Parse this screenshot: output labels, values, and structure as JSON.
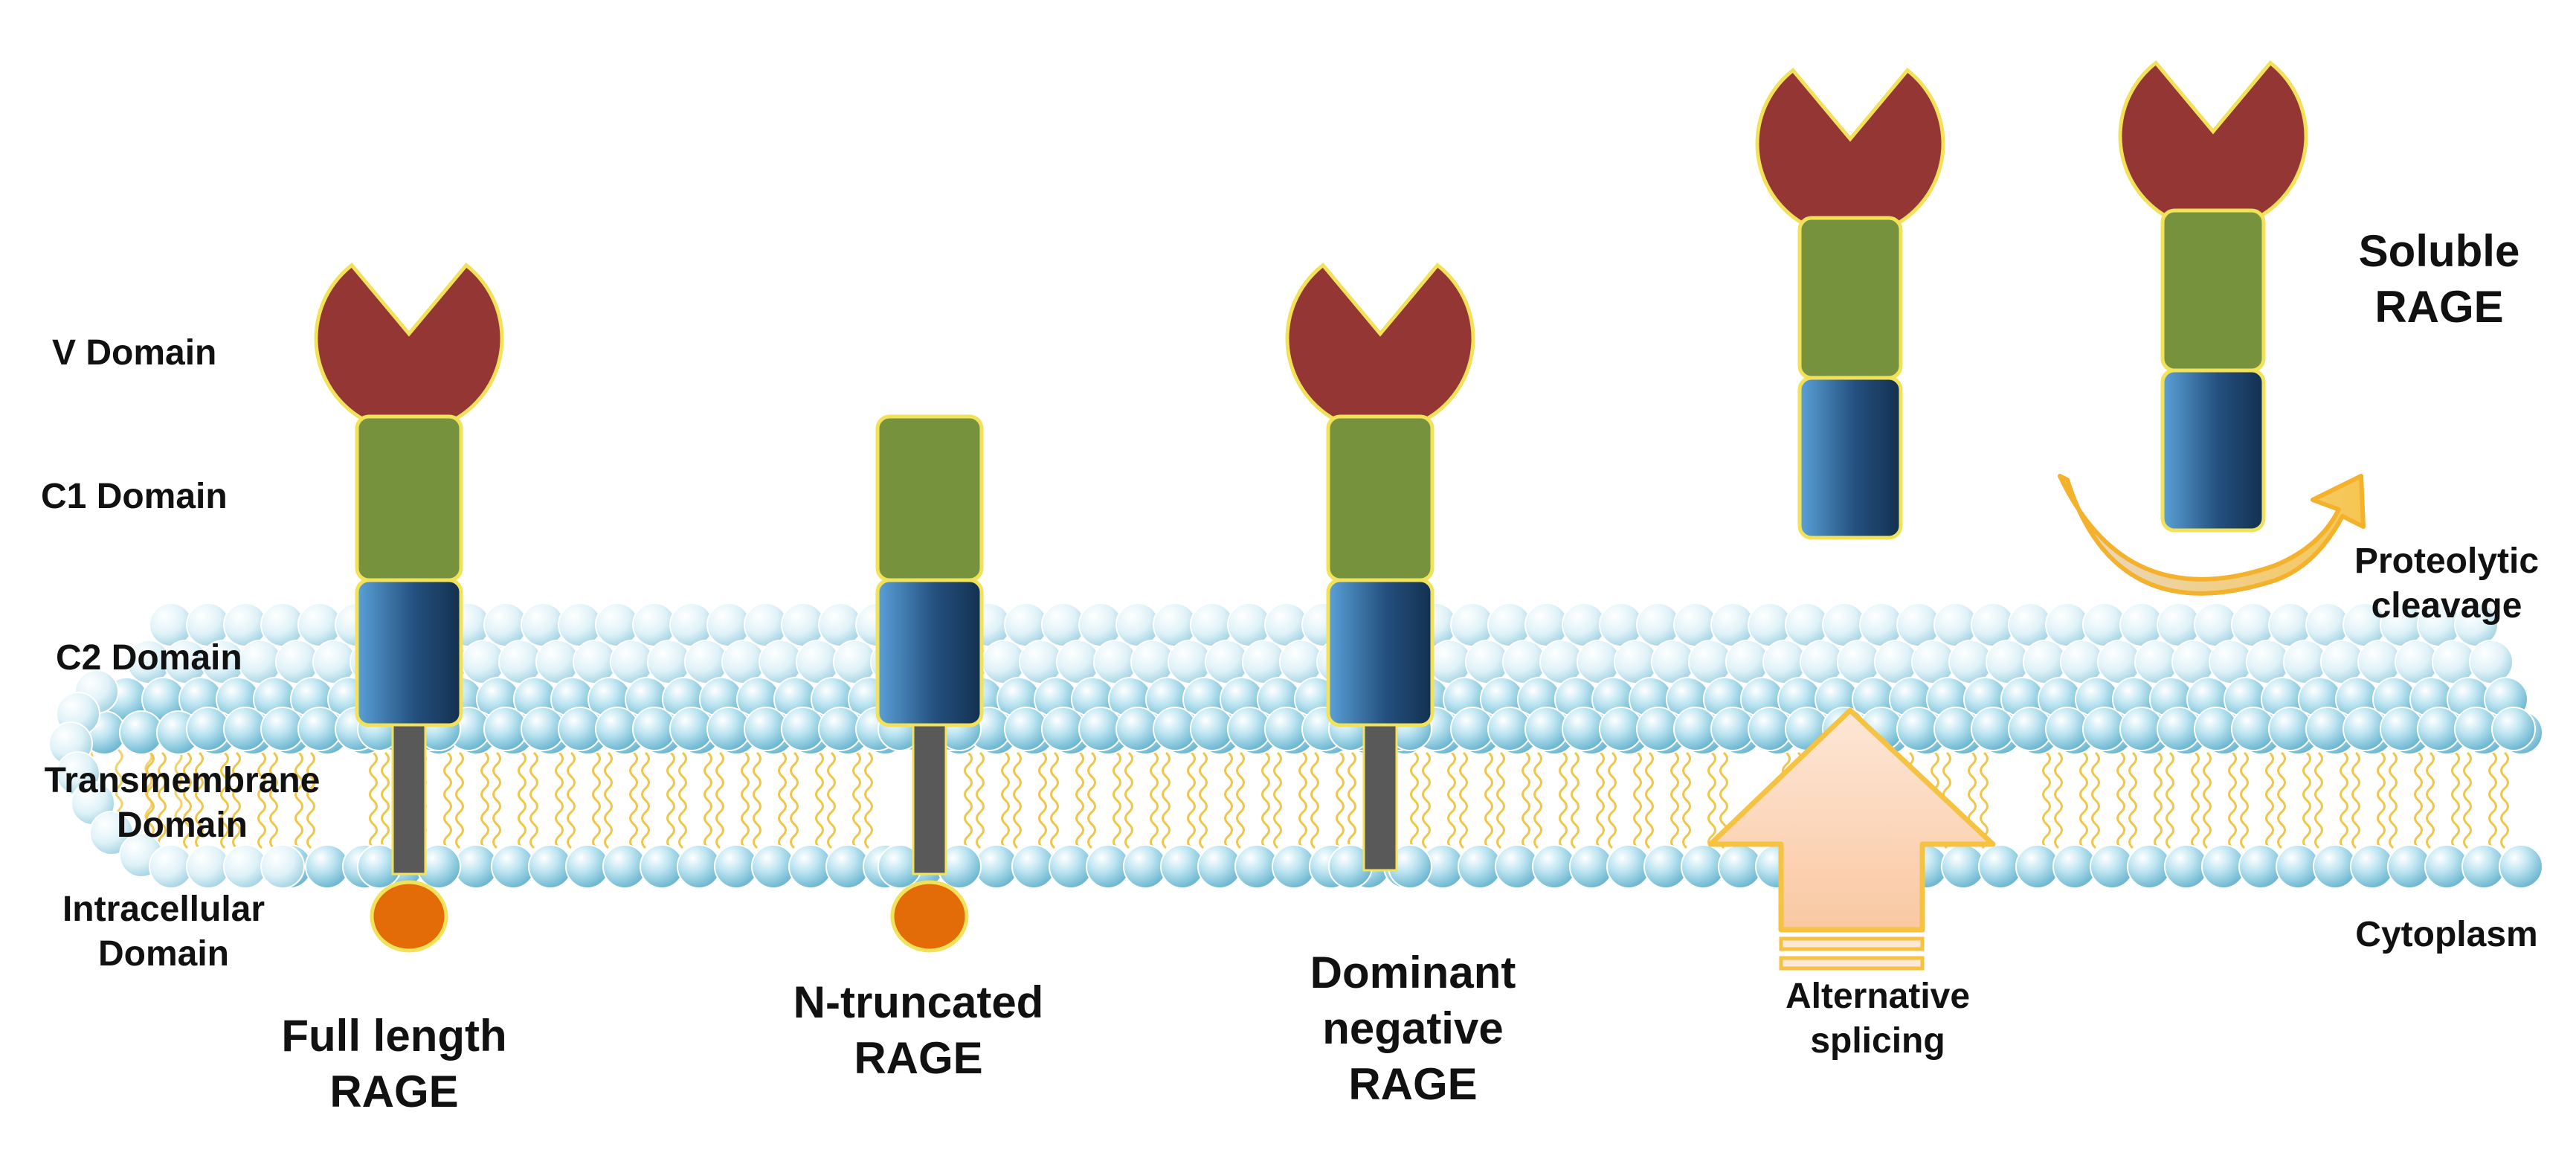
{
  "labels": {
    "v_domain": "V Domain",
    "c1_domain": "C1 Domain",
    "c2_domain": "C2 Domain",
    "transmembrane": [
      "Transmembrane",
      "Domain"
    ],
    "intracellular": [
      "Intracellular",
      "Domain"
    ],
    "full_length": [
      "Full length",
      "RAGE"
    ],
    "n_truncated": [
      "N-truncated",
      "RAGE"
    ],
    "dominant_negative": [
      "Dominant",
      "negative",
      "RAGE"
    ],
    "alternative_splicing": [
      "Alternative",
      "splicing"
    ],
    "soluble": [
      "Soluble",
      "RAGE"
    ],
    "proteolytic": [
      "Proteolytic",
      "cleavage"
    ],
    "cytoplasm": "Cytoplasm"
  },
  "receptors": [
    {
      "name": "full-length-rage",
      "domains": [
        "V",
        "C1",
        "C2",
        "TM",
        "ICD"
      ]
    },
    {
      "name": "n-truncated-rage",
      "domains": [
        "C1",
        "C2",
        "TM",
        "ICD"
      ]
    },
    {
      "name": "dominant-negative-rage",
      "domains": [
        "V",
        "C1",
        "C2",
        "TM"
      ]
    },
    {
      "name": "soluble-rage-splice",
      "domains": [
        "V",
        "C1",
        "C2"
      ]
    },
    {
      "name": "soluble-rage-cleaved",
      "domains": [
        "V",
        "C1",
        "C2"
      ]
    }
  ],
  "colors": {
    "v_domain": "#933634",
    "c1_domain": "#76923c",
    "c2_domain_light": "#4f94cd",
    "c2_domain_dark": "#17375e",
    "transmembrane": "#595959",
    "intracellular": "#e36c09",
    "outline": "#f2e25a",
    "lipid_head": "#a9dbeb",
    "lipid_tail": "#f0c64a",
    "splice_arrow": "#fcd5b5",
    "arrow_outline": "#f5c242"
  }
}
